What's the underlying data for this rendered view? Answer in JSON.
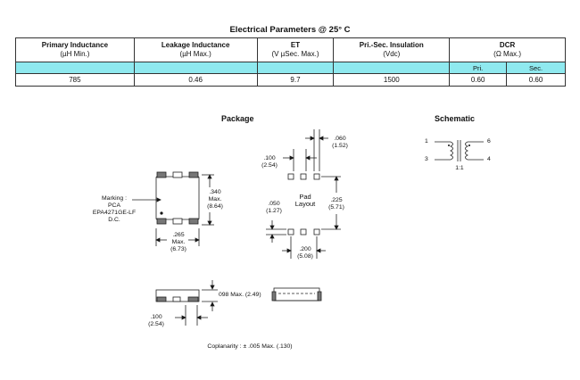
{
  "title": "Electrical Parameters @ 25° C",
  "table": {
    "headers": [
      {
        "name": "Primary Inductance",
        "unit": "(µH Min.)"
      },
      {
        "name": "Leakage Inductance",
        "unit": "(µH Max.)"
      },
      {
        "name": "ET",
        "unit": "(V µSec. Max.)"
      },
      {
        "name": "Pri.-Sec. Insulation",
        "unit": "(Vdc)"
      },
      {
        "name": "DCR",
        "unit": "(Ω Max.)"
      }
    ],
    "dcr_sub": [
      "Pri.",
      "Sec."
    ],
    "values": [
      "785",
      "0.46",
      "9.7",
      "1500",
      "0.60",
      "0.60"
    ]
  },
  "package": {
    "heading": "Package",
    "marking_label": "Marking :",
    "marking_lines": [
      "PCA",
      "EPA4271GE-LF",
      "D.C."
    ],
    "height_dim": [
      ".340",
      "Max.",
      "(8.64)"
    ],
    "width_dim": [
      ".265",
      "Max.",
      "(6.73)"
    ],
    "side_height": "098 Max. (2.49)",
    "side_pitch": [
      ".100",
      "(2.54)"
    ],
    "coplanarity": "Coplanarity : ± .005 Max. (.130)"
  },
  "pad_layout": {
    "label": [
      "Pad",
      "Layout"
    ],
    "pad_width": [
      ".060",
      "(1.52)"
    ],
    "pad_pitch": [
      ".100",
      "(2.54)"
    ],
    "pad_gap": [
      ".050",
      "(1.27)"
    ],
    "row_spacing": [
      ".225",
      "(5.71)"
    ],
    "span": [
      ".200",
      "(5.08)"
    ]
  },
  "schematic": {
    "heading": "Schematic",
    "pins": [
      "1",
      "3",
      "6",
      "4"
    ],
    "ratio": "1:1"
  }
}
